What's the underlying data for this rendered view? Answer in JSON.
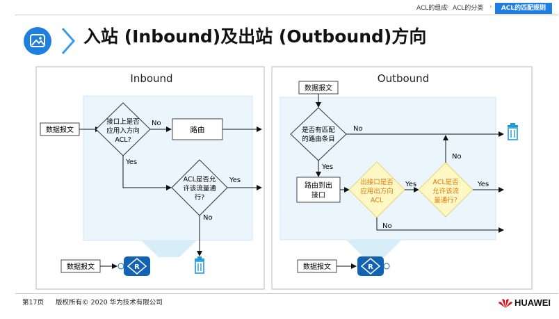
{
  "breadcrumb": [
    "ACL的组成",
    "ACL的分类",
    "ACL的匹配规则"
  ],
  "title": "入站 (Inbound)及出站 (Outbound)方向",
  "colors": {
    "accent": "#1e7fe0",
    "panel_fill": "#eaf6fc",
    "decision_yellow": "#fff7c4",
    "router": "#1263b3",
    "trash": "#1f9ad6"
  },
  "inbound": {
    "heading": "Inbound",
    "packet_in": "数据报文",
    "decision1": [
      "接口上是否",
      "应用入方向",
      "ACL?"
    ],
    "no1": "No",
    "route": "路由",
    "yes1": "Yes",
    "decision2": [
      "ACL是否允",
      "许该流量通",
      "行?"
    ],
    "yes2": "Yes",
    "no2": "No",
    "packet_out": "数据报文"
  },
  "outbound": {
    "heading": "Outbound",
    "packet_in": "数据报文",
    "decision1": [
      "是否有匹配",
      "的路由条目"
    ],
    "no1": "No",
    "yes1": "Yes",
    "route": [
      "路由到出",
      "接口"
    ],
    "decision2": [
      "出接口是否",
      "应用出方向",
      "ACL"
    ],
    "yes2": "Yes",
    "no2": "No",
    "decision3": [
      "ACL是否",
      "允许该流",
      "量通行?"
    ],
    "yes3": "Yes",
    "no3": "No",
    "packet_out": "数据报文"
  },
  "footer": {
    "page": "第17页",
    "copyright": "版权所有© 2020 华为技术有限公司",
    "brand": "HUAWEI"
  }
}
